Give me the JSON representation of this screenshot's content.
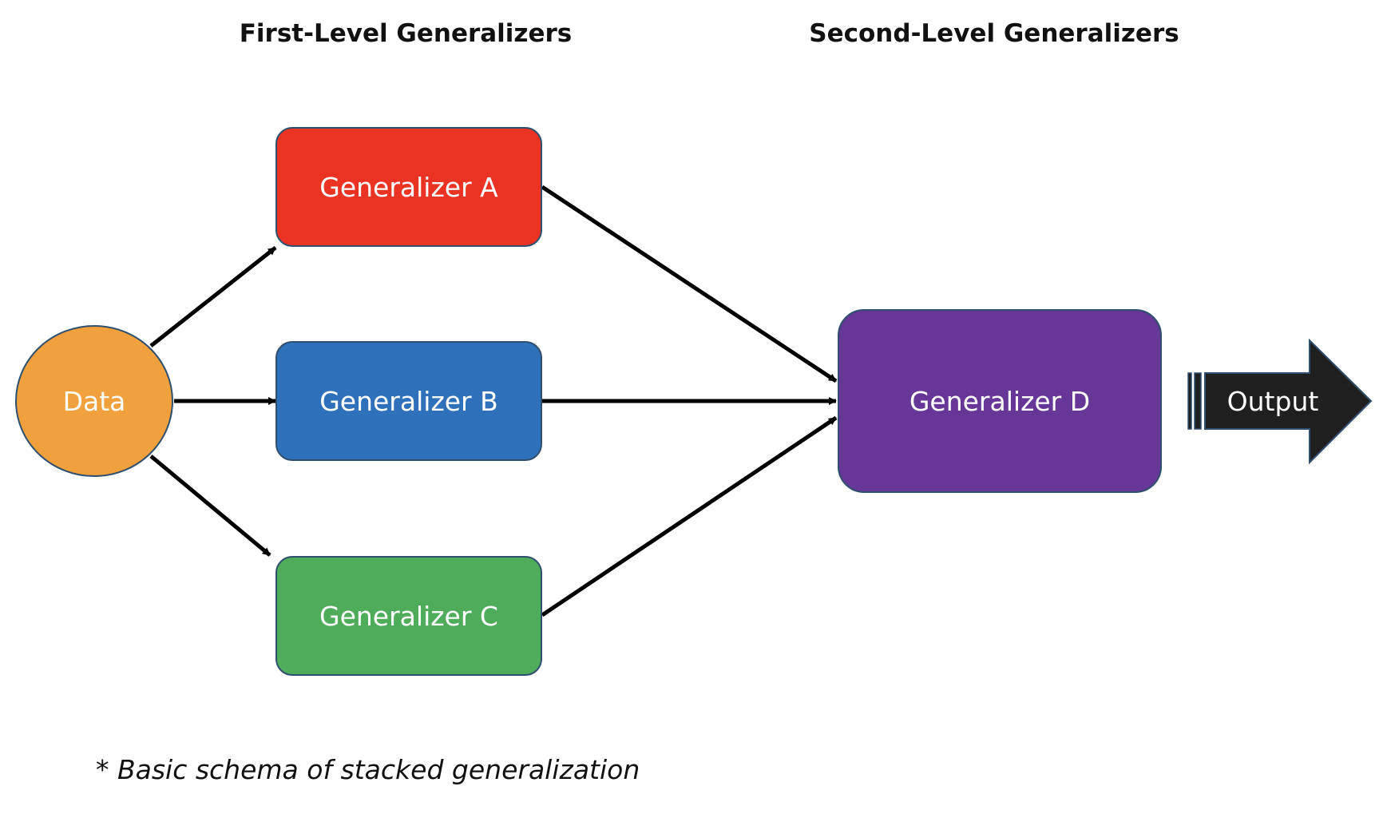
{
  "headers": {
    "first_level": "First-Level Generalizers",
    "second_level": "Second-Level Generalizers"
  },
  "nodes": {
    "data": {
      "label": "Data",
      "color": "#F0A03C"
    },
    "gen_a": {
      "label": "Generalizer A",
      "color": "#EA3323"
    },
    "gen_b": {
      "label": "Generalizer B",
      "color": "#2E70BA"
    },
    "gen_c": {
      "label": "Generalizer C",
      "color": "#4FAC5B"
    },
    "gen_d": {
      "label": "Generalizer D",
      "color": "#673798"
    }
  },
  "output": {
    "label": "Output",
    "color": "#1F1F1F"
  },
  "footnote": "* Basic schema of stacked generalization",
  "colors": {
    "edge": "#000000",
    "node_border": "#2F4F6F"
  }
}
